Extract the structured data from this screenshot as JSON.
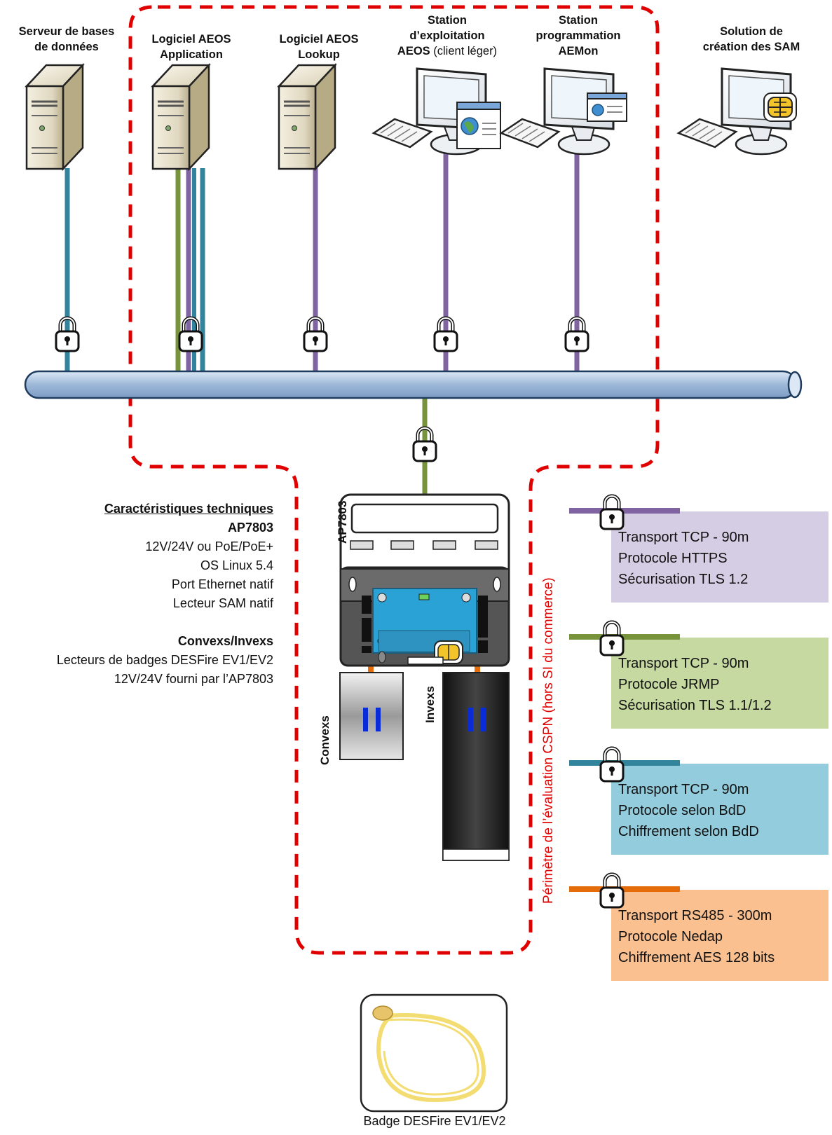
{
  "nodes": {
    "db_server": {
      "line1": "Serveur de bases",
      "line2": "de données"
    },
    "aeos_app": {
      "line1": "Logiciel AEOS",
      "line2": "Application"
    },
    "aeos_lookup": {
      "line1": "Logiciel AEOS",
      "line2": "Lookup"
    },
    "exploitation": {
      "line1": "Station",
      "line2": "d’exploitation",
      "line3_bold": "AEOS",
      "line3_rest": " (client léger)"
    },
    "aemon": {
      "line1": "Station",
      "line2": "programmation",
      "line3": "AEMon"
    },
    "sam": {
      "line1": "Solution de",
      "line2": "création des SAM"
    }
  },
  "controller_label": "AP7803",
  "readers": {
    "convexs": "Convexs",
    "invexs": "Invexs"
  },
  "specs": {
    "title": "Caractéristiques techniques",
    "model": "AP7803",
    "lines": [
      "12V/24V ou PoE/PoE+",
      "OS Linux 5.4",
      "Port Ethernet natif",
      "Lecteur SAM natif"
    ],
    "readers_title": "Convexs/Invexs",
    "readers_lines": [
      "Lecteurs de badges DESFire EV1/EV2",
      "12V/24V fourni par l’AP7803"
    ]
  },
  "perimeter_label": "Périmètre de l’évaluation CSPN (hors SI du commerce)",
  "legend": [
    {
      "color": "#8c6fb3",
      "bg": "#d5cde3",
      "lines": [
        "Transport TCP - 90m",
        "Protocole HTTPS",
        "Sécurisation TLS 1.2"
      ]
    },
    {
      "color": "#77933c",
      "bg": "#c6d9a0",
      "lines": [
        "Transport TCP - 90m",
        "Protocole JRMP",
        "Sécurisation TLS 1.1/1.2"
      ]
    },
    {
      "color": "#31849b",
      "bg": "#93cddd",
      "lines": [
        "Transport TCP - 90m",
        "Protocole selon BdD",
        "Chiffrement selon BdD"
      ]
    },
    {
      "color": "#e46c0a",
      "bg": "#fac090",
      "lines": [
        "Transport RS485 - 300m",
        "Protocole Nedap",
        "Chiffrement AES 128 bits"
      ]
    }
  ],
  "badge_label": "Badge DESFire EV1/EV2",
  "colors": {
    "purple": "#8064a2",
    "green": "#77933c",
    "teal": "#31849b",
    "orange": "#e46c0a",
    "perimeter": "#e00000",
    "bus": "#a9c4e0"
  }
}
